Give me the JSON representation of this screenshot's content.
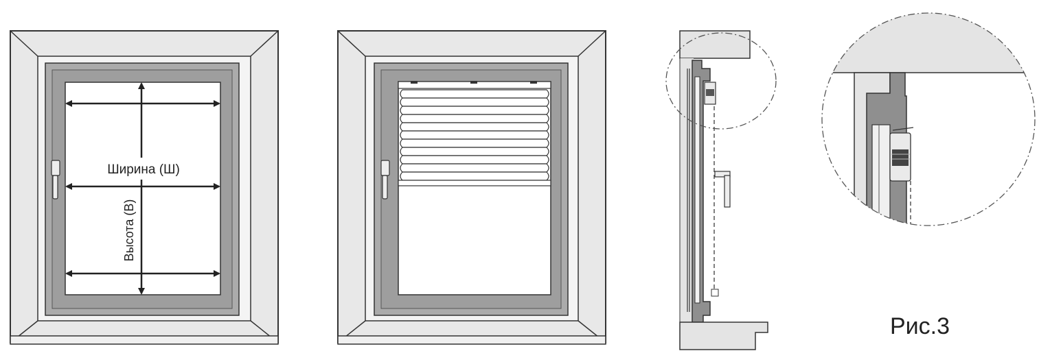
{
  "labels": {
    "width": "Ширина (Ш)",
    "height": "Высота (В)",
    "figure": "Рис.3"
  },
  "colors": {
    "outline": "#333333",
    "frame_light": "#e6e6e6",
    "frame_gray": "#aaaaaa",
    "sash_dark": "#999999",
    "glass": "#ffffff",
    "arrow": "#222222"
  },
  "icons": [
    "window-handle-icon",
    "detail-circle-icon",
    "arrow-icon"
  ]
}
